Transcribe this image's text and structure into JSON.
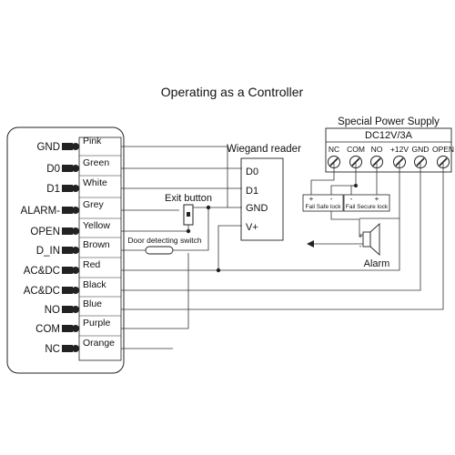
{
  "title": "Operating as a Controller",
  "controller": {
    "terminals": [
      "GND",
      "D0",
      "D1",
      "ALARM-",
      "OPEN",
      "D_IN",
      "AC&DC",
      "AC&DC",
      "NO",
      "COM",
      "NC"
    ],
    "wires": [
      "Pink",
      "Green",
      "White",
      "Grey",
      "Yellow",
      "Brown",
      "Red",
      "Black",
      "Blue",
      "Purple",
      "Orange"
    ]
  },
  "wiegand": {
    "title": "Wiegand reader",
    "pins": [
      "D0",
      "D1",
      "GND",
      "V+"
    ]
  },
  "exit_button": "Exit button",
  "door_switch": "Door detecting switch",
  "power_supply": {
    "title": "Special Power Supply",
    "rating": "DC12V/3A",
    "terminals": [
      "NC",
      "COM",
      "NO",
      "+12V",
      "GND",
      "OPEN"
    ]
  },
  "locks": {
    "fail_safe": "Fail Safe lock",
    "fail_secure": "Fail Secure lock",
    "plus": "+",
    "minus": "-"
  },
  "alarm": {
    "label": "Alarm",
    "plus": "+",
    "minus": "-"
  }
}
